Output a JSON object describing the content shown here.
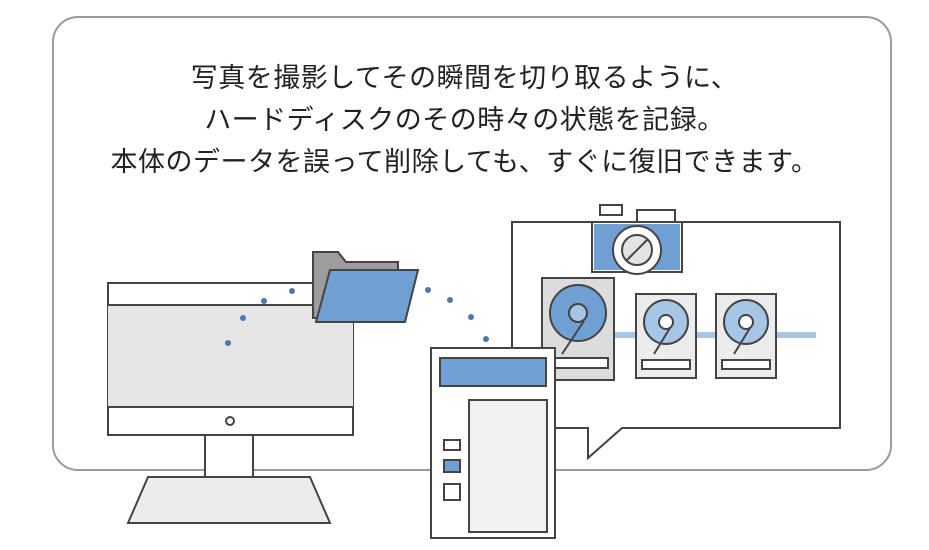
{
  "caption": {
    "line1": "写真を撮影してその瞬間を切り取るように、",
    "line2": "ハードディスクのその時々の状態を記録。",
    "line3": "本体のデータを誤って削除しても、すぐに復旧できます。"
  },
  "icons": [
    "monitor-icon",
    "folder-icon",
    "nas-icon",
    "camera-icon",
    "hard-disk-icon"
  ],
  "colors": {
    "accent_blue": "#6f9fd3",
    "light_blue": "#a7c6e6",
    "gray": "#b7b7b7",
    "line": "#444444"
  }
}
